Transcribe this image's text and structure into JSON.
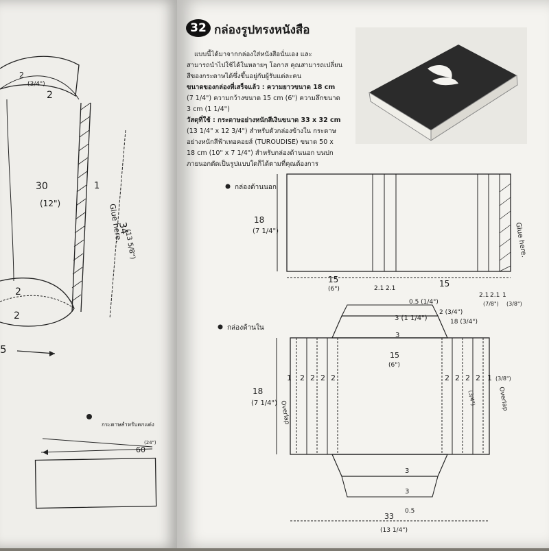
{
  "chapter_number": "32",
  "chapter_title": "กล่องรูปทรงหนังสือ",
  "intro_lines": [
    "แบบนี้ได้มาจากกล่องใส่หนังสือนั่นเอง และ",
    "สามารถนำไปใช้ได้ในหลายๆ โอกาส คุณสามารถเปลี่ยน",
    "สีของกระดาษได้ซึ่งขึ้นอยู่กับผู้รับแต่ละคน",
    "ขนาดของกล่องที่เสร็จแล้ว : ความยาวขนาด 18 cm",
    "(7 1/4\")  ความกว้างขนาด 15 cm (6\")  ความลึกขนาด",
    "3 cm (1 1/4\")",
    "วัสดุที่ใช้ : กระดาษอย่างหนักสีเงินขนาด 33 x 32 cm",
    "(13 1/4\" x 12 3/4\") สำหรับตัวกล่องข้างใน กระดาษ",
    "อย่างหนักสีฟ้าเทอคอยส์ (TUROUDISE)  ขนาด 50 x",
    "18 cm (10\" x 7 1/4\")  สำหรับกล่องด้านนอก  บนปก",
    "ภายนอกตัดเป็นรูปแบบใดก็ได้ตามที่คุณต้องการ"
  ],
  "outer_box": {
    "label": "กล่องด้านนอก",
    "height": "18",
    "height_in": "(7 1/4\")",
    "glue": "Glue here.",
    "widths": [
      "15",
      "2.1",
      "2.1",
      "15",
      "2.1",
      "2.1",
      "1"
    ],
    "width_in": [
      "(6\")",
      "(7/8\")",
      "(3/8\")"
    ]
  },
  "inner_box": {
    "label": "กล่องด้านใน",
    "top_dims": [
      "0.5 (1/4\")",
      "2 (3/4\")",
      "3 (1 1/4\")",
      "18 (3/4\")",
      "3"
    ],
    "center_w": "15",
    "center_w_in": "(6\")",
    "height": "18",
    "height_in": "(7 1/4\")",
    "overlap": "Overlap",
    "left_nums": [
      "1",
      "2",
      "2",
      "2",
      "2"
    ],
    "right_nums": [
      "2",
      "2",
      "2",
      "2",
      "1"
    ],
    "right_in": "(3/8\")",
    "right_in2": "(3/4\")",
    "bottom_dims": [
      "3",
      "3",
      "0.5"
    ],
    "total_w": "33",
    "total_w_in": "(13 1/4\")"
  },
  "left_page": {
    "dim_top": "2",
    "dim_top_in": "(3/4\")",
    "dim_top2": "2",
    "dim_30": "30",
    "dim_30_in": "(12\")",
    "dim_1": "1",
    "glue": "Glue here.",
    "dim_34": "34",
    "dim_34_in": "(13 5/8\")",
    "dim_b1": "2",
    "dim_b2": "2",
    "dim_5": "5",
    "paper_label": "กระดาษสำหรับตกแต่ง",
    "dim_60": "60",
    "dim_60_in": "(24\")"
  }
}
